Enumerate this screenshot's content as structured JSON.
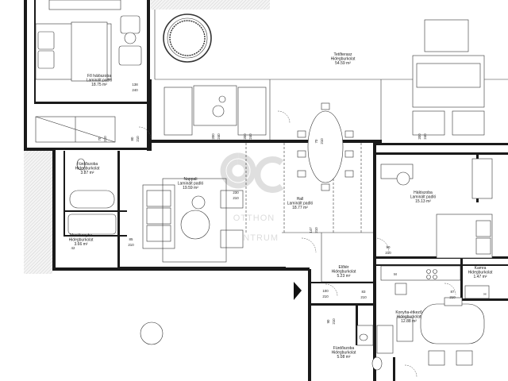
{
  "rooms": [
    {
      "id": "master",
      "name": "Fő hálószoba",
      "floor": "Laminált padló",
      "area": "18.75 m²"
    },
    {
      "id": "terrace",
      "name": "Tetőterasz",
      "floor": "Hidegburkolat",
      "area": "54.59 m²"
    },
    {
      "id": "bath1",
      "name": "Fürdőszoba",
      "floor": "Hidegburkolat",
      "area": "3.87 m²"
    },
    {
      "id": "living",
      "name": "Nappali",
      "floor": "Laminált padló",
      "area": "19.59 m²"
    },
    {
      "id": "hall",
      "name": "Hall",
      "floor": "Laminált padló",
      "area": "18.77 m²"
    },
    {
      "id": "bedroom",
      "name": "Hálószoba",
      "floor": "Laminált padló",
      "area": "15.13 m²"
    },
    {
      "id": "laundry",
      "name": "Mosókonyha",
      "floor": "Hidegburkolat",
      "area": "3.66 m²"
    },
    {
      "id": "entry",
      "name": "Előtér",
      "floor": "Hidegburkolat",
      "area": "5.23 m²"
    },
    {
      "id": "pantry",
      "name": "Kamra",
      "floor": "Hidegburkolat",
      "area": "1.47 m²"
    },
    {
      "id": "kitchen",
      "name": "Konyha-étkező",
      "floor": "Hidegburkolat",
      "area": "12.88 m²"
    },
    {
      "id": "bath2",
      "name": "Fürdőszoba",
      "floor": "Hidegburkolat",
      "area": "5.08 m²"
    }
  ],
  "dimensions": [
    {
      "w": "138",
      "h": "240"
    },
    {
      "w": "70",
      "h": "210"
    },
    {
      "w": "80",
      "h": "210"
    },
    {
      "w": "200",
      "h": "240"
    },
    {
      "w": "200",
      "h": "240"
    },
    {
      "w": "230",
      "h": "210"
    },
    {
      "w": "200",
      "h": "240"
    },
    {
      "w": "147",
      "h": "210"
    },
    {
      "w": "70",
      "h": "210"
    },
    {
      "w": "85",
      "h": "210"
    },
    {
      "w": "90",
      "h": "210"
    },
    {
      "w": "100",
      "h": "210"
    },
    {
      "w": "83",
      "h": "210"
    },
    {
      "w": "87",
      "h": "210"
    },
    {
      "w": "90",
      "h": "210"
    },
    {
      "w": "42",
      "h": ""
    }
  ],
  "watermark": {
    "monogram": "OC",
    "line1": "OTTHON",
    "line2": "CENTRUM"
  },
  "symbols": {
    "fridge": "H",
    "oven": "M"
  },
  "colors": {
    "wall": "#1a1a1a",
    "wall_fill": "#f0f0f0",
    "line": "#333333",
    "dash": "#555555",
    "watermark": "#d9d9d9"
  }
}
